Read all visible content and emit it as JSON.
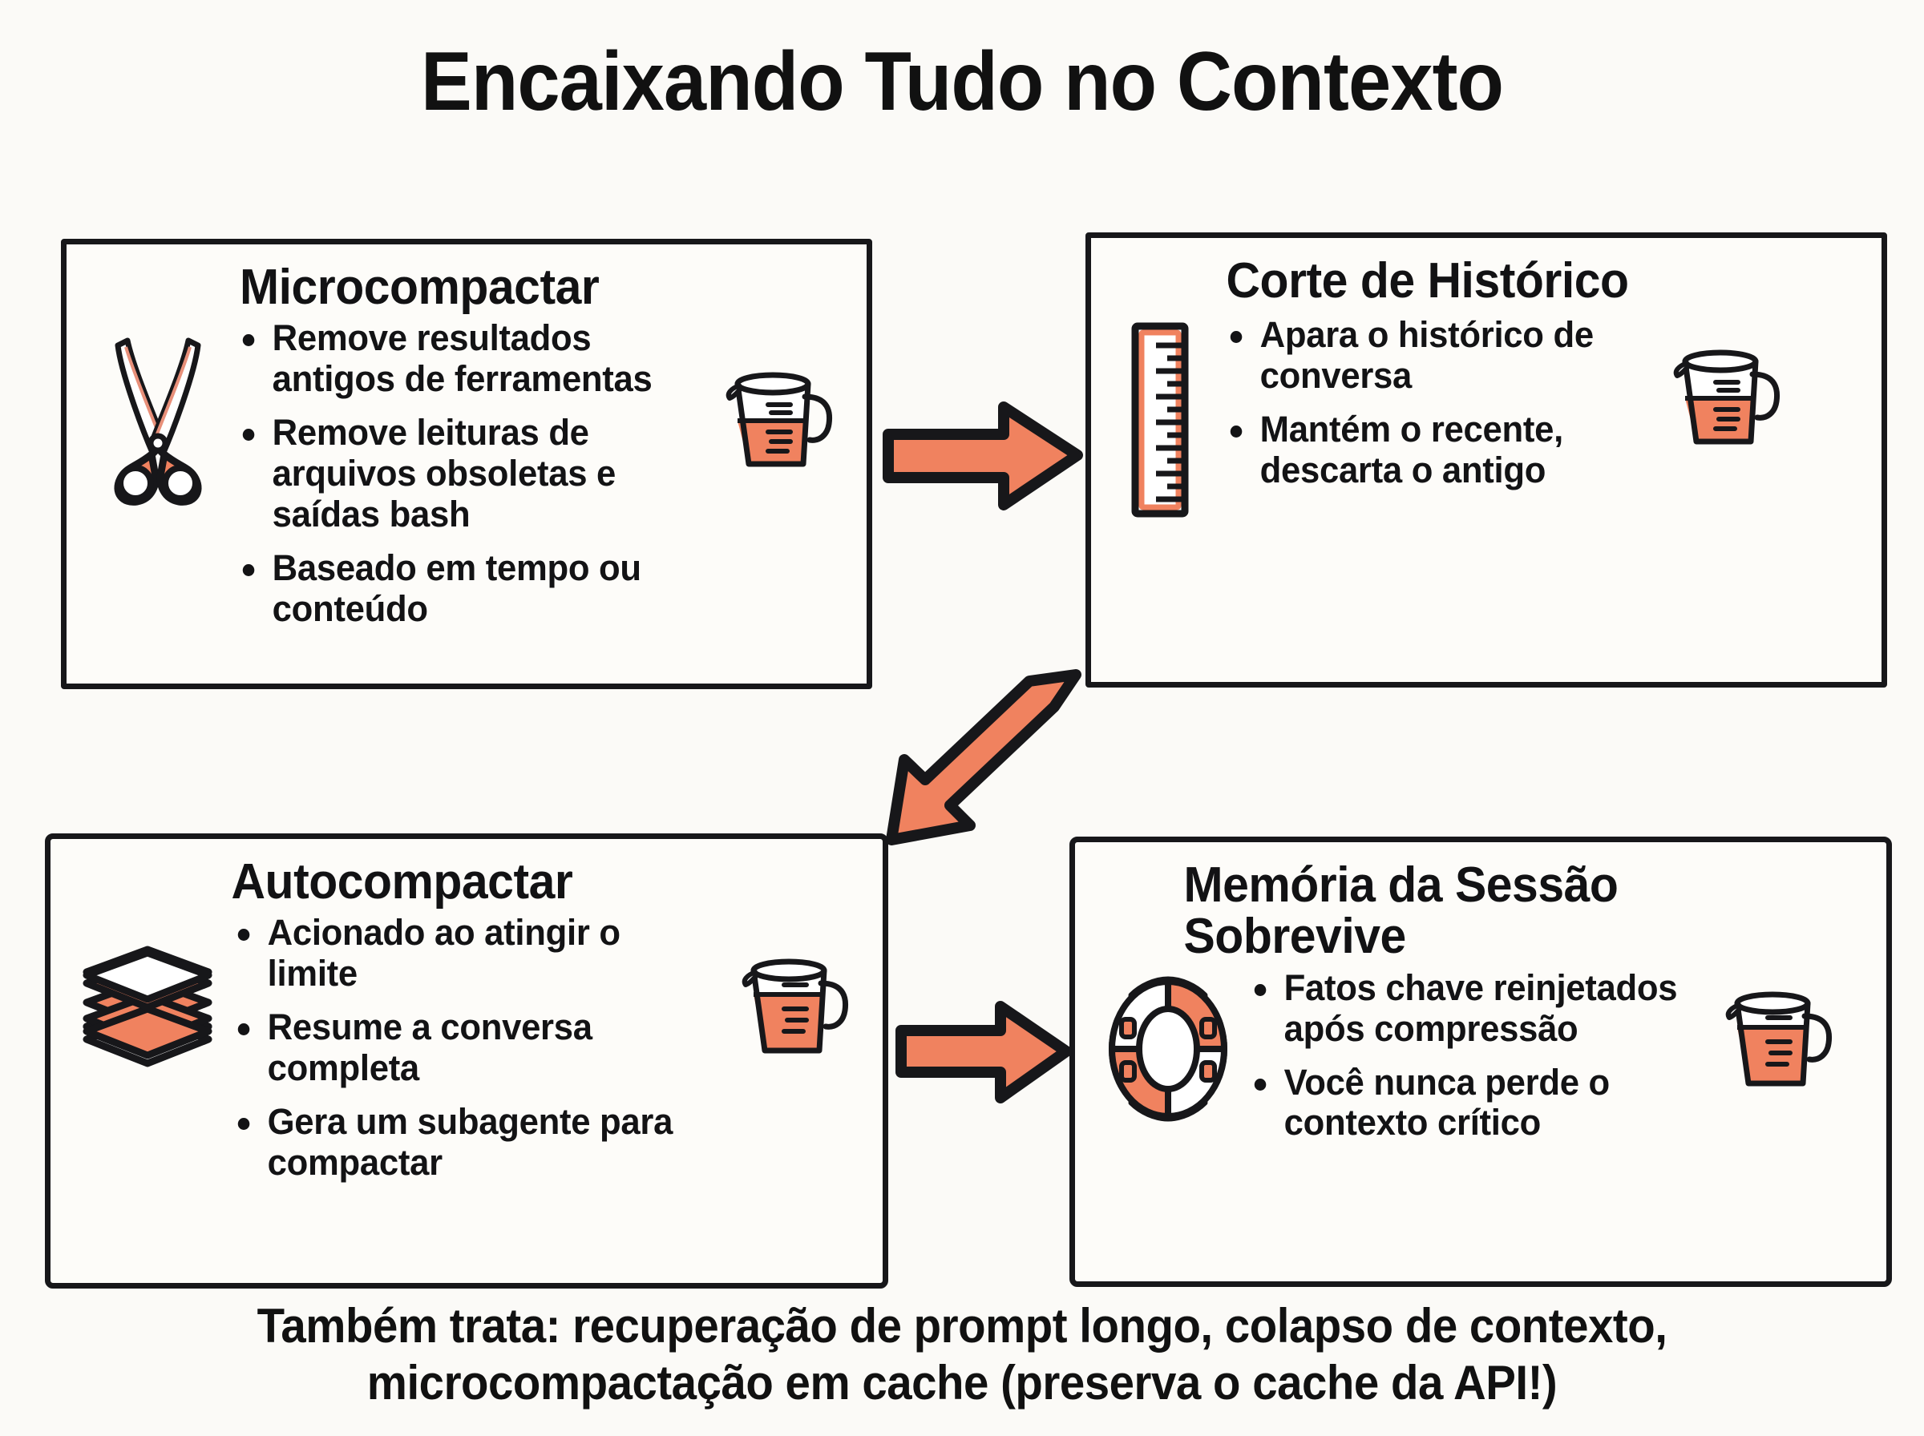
{
  "title": "Encaixando Tudo no Contexto",
  "colors": {
    "accent": "#F0825F",
    "ink": "#17171A",
    "background": "#FBFAF7",
    "panel": "#FDFCF9"
  },
  "panels": [
    {
      "id": "microcompactar",
      "title": "Microcompactar",
      "icon": "scissors-icon",
      "side_icon": "measuring-cup-icon",
      "highlighted": false,
      "bullets": [
        "Remove resultados antigos de ferramentas",
        "Remove leituras de arquivos obsoletas e saídas bash",
        "Baseado em tempo ou conteúdo"
      ]
    },
    {
      "id": "corte-de-historico",
      "title": "Corte de Histórico",
      "icon": "ruler-icon",
      "side_icon": "measuring-cup-icon",
      "highlighted": false,
      "bullets": [
        "Apara o histórico de conversa",
        "Mantém o recente, descarta o antigo"
      ]
    },
    {
      "id": "autocompactar",
      "title": "Autocompactar",
      "icon": "layers-icon",
      "side_icon": "measuring-cup-icon",
      "highlighted": true,
      "bullets": [
        "Acionado ao atingir o limite",
        "Resume a conversa completa",
        "Gera um subagente para compactar"
      ]
    },
    {
      "id": "memoria-da-sessao-sobrevive",
      "title": "Memória da Sessão Sobrevive",
      "icon": "lifebuoy-icon",
      "side_icon": "measuring-cup-icon",
      "highlighted": true,
      "bullets": [
        "Fatos chave reinjetados após compressão",
        "Você nunca perde o contexto crítico"
      ]
    }
  ],
  "arrows": [
    {
      "id": "arrow-top",
      "direction": "right",
      "from": "microcompactar",
      "to": "corte-de-historico"
    },
    {
      "id": "arrow-diagonal",
      "direction": "down-left",
      "from": "corte-de-historico",
      "to": "autocompactar"
    },
    {
      "id": "arrow-bottom",
      "direction": "right",
      "from": "autocompactar",
      "to": "memoria-da-sessao-sobrevive"
    }
  ],
  "caption": "Também trata: recuperação de prompt longo, colapso de contexto, microcompactação em cache (preserva o cache da API!)"
}
